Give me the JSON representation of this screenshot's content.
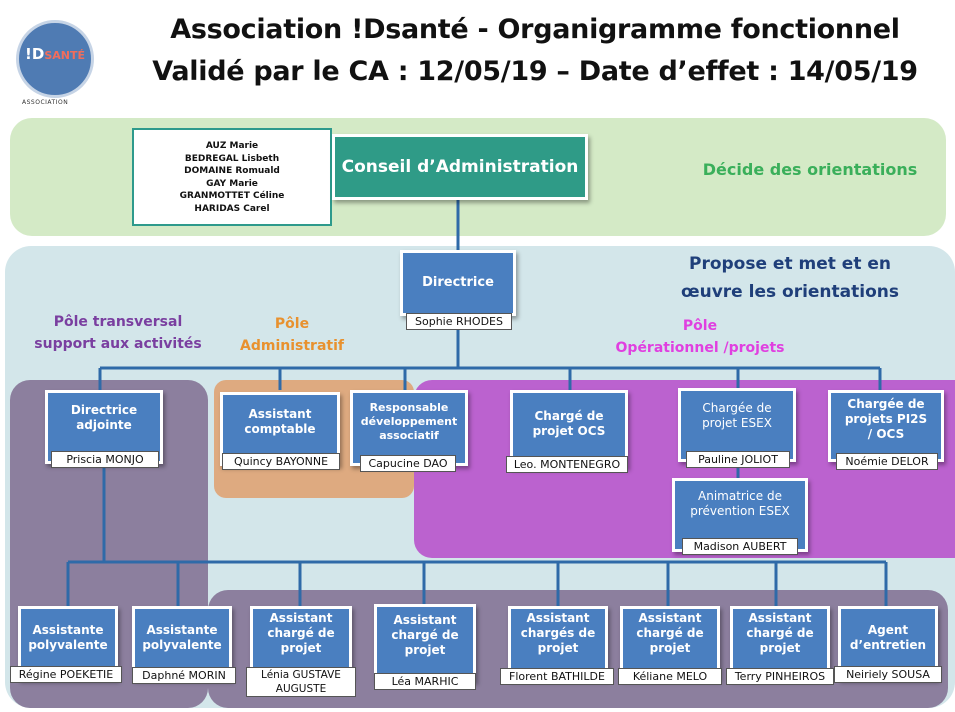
{
  "logo": {
    "mark": "!D",
    "mark_sub": "SANTÉ",
    "caption": "ASSOCIATION"
  },
  "header": {
    "line1": "Association !Dsanté - Organigramme fonctionnel",
    "line2": "Validé par le CA : 12/05/19 – Date d’effet : 14/05/19"
  },
  "ca": {
    "members": [
      "AUZ Marie",
      "BEDREGAL Lisbeth",
      "DOMAINE Romuald",
      "GAY Marie",
      "GRANMOTTET Céline",
      "HARIDAS Carel"
    ],
    "title": "Conseil d’Administration",
    "role": "Décide des orientations"
  },
  "direction": {
    "title": "Directrice",
    "name": "Sophie RHODES",
    "role_line1": "Propose et met et en",
    "role_line2": "œuvre les orientations"
  },
  "poles": {
    "transversal_line1": "Pôle transversal",
    "transversal_line2": "support aux activités",
    "admin_line1": "Pôle",
    "admin_line2": "Administratif",
    "oper_line1": "Pôle",
    "oper_line2": "Opérationnel /projets"
  },
  "mid_boxes": [
    {
      "title": "Directrice adjointe",
      "name": "Priscia MONJO"
    },
    {
      "title": "Assistant comptable",
      "name": "Quincy BAYONNE"
    },
    {
      "title": "Responsable développement associatif",
      "name": "Capucine DAO"
    },
    {
      "title": "Chargé de projet OCS",
      "name": "Leo. MONTENEGRO"
    },
    {
      "title": "Chargée de projet ESEX",
      "name": "Pauline JOLIOT"
    },
    {
      "title": "Chargée de projets PI2S / OCS",
      "name": "Noémie DELOR"
    },
    {
      "title": "Animatrice de prévention ESEX",
      "name": "Madison AUBERT"
    }
  ],
  "bottom_boxes": [
    {
      "title": "Assistante polyvalente",
      "name": "Régine POEKETIE"
    },
    {
      "title": "Assistante polyvalente",
      "name": "Daphné MORIN"
    },
    {
      "title": "Assistant chargé de projet",
      "name": "Lénia GUSTAVE AUGUSTE"
    },
    {
      "title": "Assistant chargé de projet",
      "name": "Léa MARHIC"
    },
    {
      "title": "Assistant chargés de projet",
      "name": "Florent BATHILDE"
    },
    {
      "title": "Assistant chargé de projet",
      "name": "Kéliane MELO"
    },
    {
      "title": "Assistant chargé de projet",
      "name": "Terry PINHEIROS"
    },
    {
      "title": "Agent d’entretien",
      "name": "Neiriely SOUSA"
    }
  ],
  "colors": {
    "box": "#4a7fc0",
    "ca_box": "#2f9b87",
    "ca_band": "#d4eac6",
    "main_band": "#d3e6ea",
    "transversal": "#8c7f9e",
    "admin": "#deaa80",
    "operational": "#bb62cf",
    "green_text": "#3aaf5a",
    "blue_text": "#1f3f7a",
    "purple_text": "#7a3fa0",
    "orange_text": "#e8912e",
    "magenta_text": "#e040e0"
  }
}
